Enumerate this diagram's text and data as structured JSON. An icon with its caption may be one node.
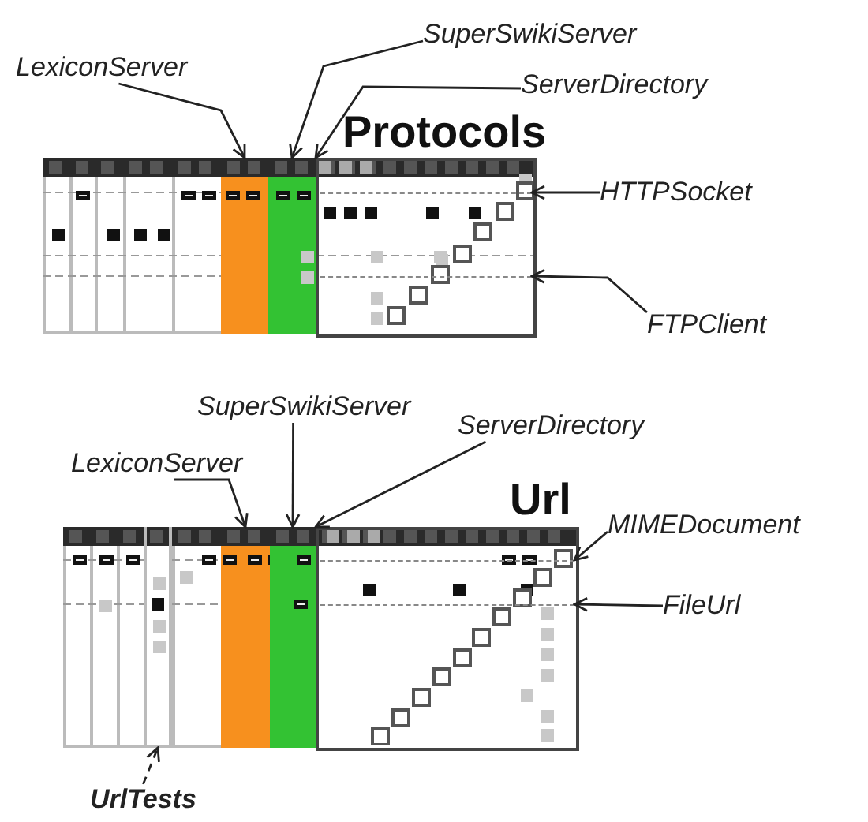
{
  "diagram": {
    "nodes": [
      {
        "text": [
          "Protocols"
        ]
      },
      {
        "text": [],
        "shape": "bar",
        "in": 0
      },
      {
        "text": [],
        "shape": "bar",
        "in": 0
      },
      {
        "text": [],
        "shape": "box",
        "in": 0
      },
      {
        "text": [],
        "shape": "bar",
        "in": 3
      },
      {
        "text": [],
        "shape": "bar",
        "in": 3
      },
      {
        "text": [
          "LexiconServer"
        ]
      },
      {
        "text": [
          "SuperSwikiServer"
        ]
      },
      {
        "text": [
          "ServerDirectory"
        ]
      },
      {
        "text": [
          "HTTPSocket"
        ]
      },
      {
        "text": [
          "FTPClient"
        ]
      },
      {
        "text": [
          "Url"
        ]
      },
      {
        "text": [],
        "shape": "bar",
        "in": 11
      },
      {
        "text": [],
        "shape": "bar",
        "in": 11
      },
      {
        "text": [],
        "shape": "bar",
        "in": 11
      },
      {
        "text": [],
        "shape": "box",
        "in": 11
      },
      {
        "text": [],
        "shape": "bar",
        "in": 15
      },
      {
        "text": [],
        "shape": "bar",
        "in": 15
      },
      {
        "text": [
          "SuperSwikiServer"
        ]
      },
      {
        "text": [
          "LexiconServer"
        ]
      },
      {
        "text": [
          "ServerDirectory"
        ]
      },
      {
        "text": [
          "MIMEDocument"
        ]
      },
      {
        "text": [
          "FileUrl"
        ]
      },
      {
        "text": [
          "UrlTests"
        ]
      }
    ],
    "edges": [
      {
        "from": 6,
        "to": 1,
        "arrow": "to"
      },
      {
        "from": 7,
        "to": 2,
        "arrow": "to"
      },
      {
        "from": 8,
        "to": 3,
        "arrow": "to"
      },
      {
        "from": 9,
        "to": 4,
        "arrow": "to"
      },
      {
        "from": 10,
        "to": 5,
        "arrow": "to"
      },
      {
        "from": 18,
        "to": 14,
        "arrow": "to"
      },
      {
        "from": 19,
        "to": 13,
        "arrow": "to"
      },
      {
        "from": 20,
        "to": 15,
        "arrow": "to"
      },
      {
        "from": 21,
        "to": 16,
        "arrow": "to"
      },
      {
        "from": 22,
        "to": 17,
        "arrow": "to"
      },
      {
        "from": 23,
        "to": 12,
        "arrow": "to",
        "style": "dashed"
      }
    ]
  }
}
